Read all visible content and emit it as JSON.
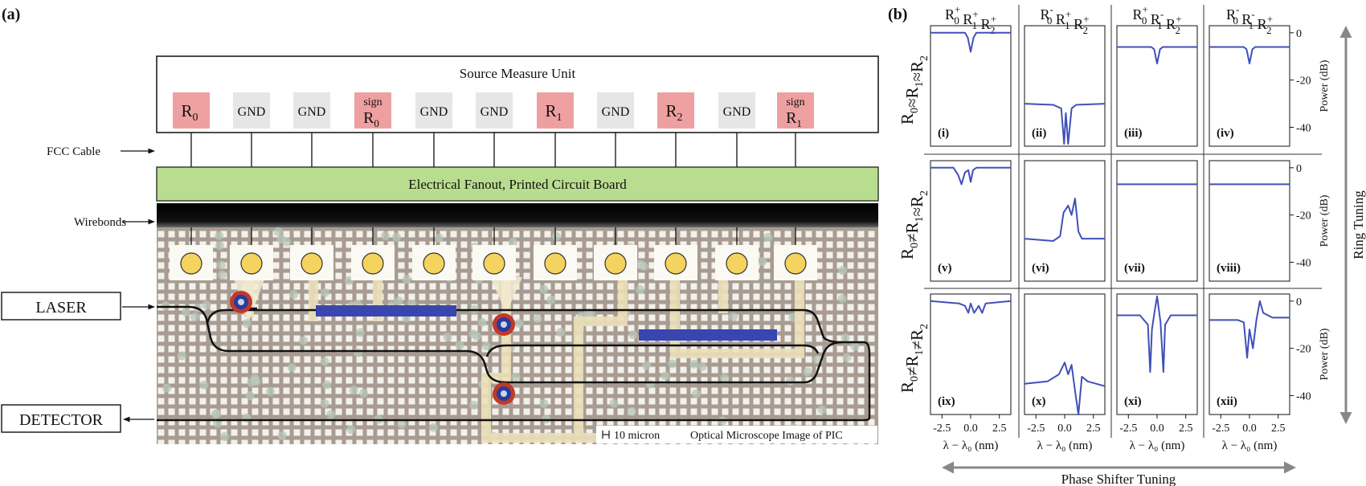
{
  "figure": {
    "panel_a_label": "(a)",
    "panel_b_label": "(b)"
  },
  "panel_a": {
    "smu_title": "Source Measure Unit",
    "pads": [
      {
        "text": "R",
        "sub": "0",
        "sup": "",
        "kind": "signal"
      },
      {
        "text": "GND",
        "sub": "",
        "sup": "",
        "kind": "ground"
      },
      {
        "text": "GND",
        "sub": "",
        "sup": "",
        "kind": "ground"
      },
      {
        "text": "R",
        "sub": "0",
        "sup": "sign",
        "kind": "signal"
      },
      {
        "text": "GND",
        "sub": "",
        "sup": "",
        "kind": "ground"
      },
      {
        "text": "GND",
        "sub": "",
        "sup": "",
        "kind": "ground"
      },
      {
        "text": "R",
        "sub": "1",
        "sup": "",
        "kind": "signal"
      },
      {
        "text": "GND",
        "sub": "",
        "sup": "",
        "kind": "ground"
      },
      {
        "text": "R",
        "sub": "2",
        "sup": "",
        "kind": "signal"
      },
      {
        "text": "GND",
        "sub": "",
        "sup": "",
        "kind": "ground"
      },
      {
        "text": "R",
        "sub": "1",
        "sup": "sign",
        "kind": "signal"
      }
    ],
    "fcc_label": "FCC Cable",
    "pcb_label": "Electrical Fanout, Printed Circuit Board",
    "wirebond_label": "Wirebonds",
    "laser_label": "LASER",
    "detector_label": "DETECTOR",
    "scale_label": "10 micron",
    "micro_label": "Optical Microscope Image of PIC",
    "colors": {
      "signal_pad": "#eea0a0",
      "ground_pad": "#e6e6e6",
      "pcb": "#b9dd8e",
      "heater": "#3a46b0",
      "bond_pad": "#f4d35e",
      "ring_outer": "#c0392b",
      "ring_inner": "#2a3b9c",
      "chip_bg": "#a89c92"
    }
  },
  "panel_b": {
    "column_headers": [
      [
        {
          "b": "R",
          "s": "0",
          "p": "+"
        },
        {
          "b": "R",
          "s": "1",
          "p": "+"
        },
        {
          "b": "R",
          "s": "2",
          "p": "+"
        }
      ],
      [
        {
          "b": "R",
          "s": "0",
          "p": "-"
        },
        {
          "b": "R",
          "s": "1",
          "p": "+"
        },
        {
          "b": "R",
          "s": "2",
          "p": "+"
        }
      ],
      [
        {
          "b": "R",
          "s": "0",
          "p": "+"
        },
        {
          "b": "R",
          "s": "1",
          "p": "-"
        },
        {
          "b": "R",
          "s": "2",
          "p": "+"
        }
      ],
      [
        {
          "b": "R",
          "s": "0",
          "p": "-"
        },
        {
          "b": "R",
          "s": "1",
          "p": "-"
        },
        {
          "b": "R",
          "s": "2",
          "p": "+"
        }
      ]
    ],
    "row_labels": [
      [
        {
          "b": "R",
          "s": "0"
        },
        {
          "op": "≈"
        },
        {
          "b": "R",
          "s": "1"
        },
        {
          "op": "≈"
        },
        {
          "b": "R",
          "s": "2"
        }
      ],
      [
        {
          "b": "R",
          "s": "0"
        },
        {
          "op": "≠"
        },
        {
          "b": "R",
          "s": "1"
        },
        {
          "op": "≈"
        },
        {
          "b": "R",
          "s": "2"
        }
      ],
      [
        {
          "b": "R",
          "s": "0"
        },
        {
          "op": "≠"
        },
        {
          "b": "R",
          "s": "1"
        },
        {
          "op": "≠"
        },
        {
          "b": "R",
          "s": "2"
        }
      ]
    ],
    "y_axis_label": "Power (dB)",
    "x_axis_label": "λ − λ₀ (nm)",
    "bottom_arrow_label": "Phase Shifter Tuning",
    "right_arrow_label": "Ring Tuning",
    "line_color": "#4050b8"
  },
  "chart_data": {
    "type": "line",
    "xlim": [
      -3.5,
      3.5
    ],
    "ylim": [
      -48,
      3
    ],
    "xticks": [
      "-2.5",
      "0.0",
      "2.5"
    ],
    "yticks": [
      "0",
      "-20",
      "-40"
    ],
    "xlabel": "λ − λ₀ (nm)",
    "ylabel": "Power (dB)",
    "panels": [
      {
        "label": "(i)",
        "x": [
          -3.5,
          -0.5,
          -0.25,
          0,
          0.25,
          0.5,
          3.5
        ],
        "y": [
          0,
          0,
          -2,
          -8,
          -2,
          0,
          0
        ]
      },
      {
        "label": "(ii)",
        "x": [
          -3.5,
          -1.0,
          -0.3,
          -0.05,
          0.1,
          0.3,
          0.6,
          1.0,
          3.5
        ],
        "y": [
          -30,
          -30.5,
          -32,
          -47,
          -34,
          -47,
          -32,
          -30.5,
          -30
        ]
      },
      {
        "label": "(iii)",
        "x": [
          -3.5,
          -0.5,
          -0.25,
          0,
          0.25,
          0.5,
          3.5
        ],
        "y": [
          -6,
          -6,
          -7,
          -13,
          -7,
          -6,
          -6
        ]
      },
      {
        "label": "(iv)",
        "x": [
          -3.5,
          -0.5,
          -0.25,
          0,
          0.25,
          0.5,
          3.5
        ],
        "y": [
          -6,
          -6,
          -7,
          -13,
          -7,
          -6,
          -6
        ]
      },
      {
        "label": "(v)",
        "x": [
          -3.5,
          -1.5,
          -1.1,
          -0.8,
          -0.5,
          -0.2,
          0,
          0.2,
          0.5,
          3.5
        ],
        "y": [
          0,
          0,
          -3,
          -7,
          -2,
          -1,
          -6,
          -1,
          0,
          0
        ]
      },
      {
        "label": "(vi)",
        "x": [
          -3.5,
          -1.0,
          -0.4,
          -0.1,
          0.3,
          0.6,
          0.9,
          1.2,
          1.5,
          3.5
        ],
        "y": [
          -30,
          -31,
          -29,
          -19,
          -16,
          -20,
          -13,
          -27,
          -30,
          -30
        ]
      },
      {
        "label": "(vii)",
        "x": [
          -3.5,
          3.5
        ],
        "y": [
          -7,
          -7
        ]
      },
      {
        "label": "(viii)",
        "x": [
          -3.5,
          3.5
        ],
        "y": [
          -7,
          -7
        ]
      },
      {
        "label": "(ix)",
        "x": [
          -3.5,
          -1.0,
          -0.5,
          -0.2,
          0,
          0.3,
          0.7,
          1.0,
          1.3,
          3.5
        ],
        "y": [
          0,
          -1,
          -2,
          -5,
          -1,
          -5,
          -2,
          -5,
          -1,
          0
        ]
      },
      {
        "label": "(x)",
        "x": [
          -3.5,
          -1.5,
          -0.5,
          0,
          0.3,
          0.6,
          0.9,
          1.2,
          1.5,
          2.0,
          3.5
        ],
        "y": [
          -35,
          -34,
          -31,
          -26,
          -31,
          -27,
          -38,
          -48,
          -32,
          -34,
          -36
        ]
      },
      {
        "label": "(xi)",
        "x": [
          -3.5,
          -1.5,
          -0.8,
          -0.6,
          -0.45,
          -0.2,
          0,
          0.3,
          0.55,
          0.7,
          1.2,
          3.5
        ],
        "y": [
          -6,
          -6,
          -10,
          -30,
          -12,
          -4,
          2,
          -9,
          -30,
          -10,
          -6,
          -6
        ]
      },
      {
        "label": "(xii)",
        "x": [
          -3.5,
          -1.0,
          -0.5,
          -0.2,
          0,
          0.3,
          0.6,
          0.9,
          1.2,
          2.0,
          3.5
        ],
        "y": [
          -8,
          -8,
          -9,
          -24,
          -12,
          -20,
          -8,
          0,
          -5,
          -7,
          -7
        ]
      }
    ]
  }
}
